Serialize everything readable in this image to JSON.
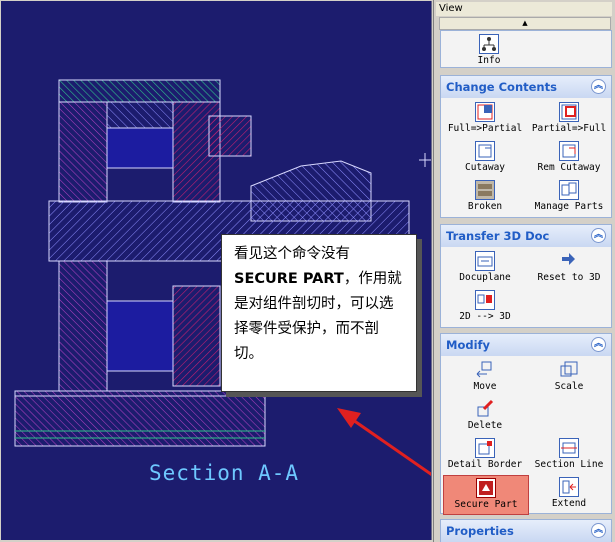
{
  "canvas": {
    "section_label": "Section A-A",
    "callout_line1": "看见这个命令没有",
    "callout_bold": "SECURE PART",
    "callout_rest": "，作用就是对组件剖切时，可以选择零件受保护，而不剖切。"
  },
  "panel": {
    "view_label": "View",
    "scroll_up_glyph": "▲",
    "info": {
      "label": "Info",
      "icon": "tree-icon"
    },
    "change_contents": {
      "title": "Change Contents",
      "collapse_glyph": "︽",
      "tools": [
        {
          "label": "Full=>Partial",
          "icon": "full-to-partial-icon"
        },
        {
          "label": "Partial=>Full",
          "icon": "partial-to-full-icon"
        },
        {
          "label": "Cutaway",
          "icon": "cutaway-icon"
        },
        {
          "label": "Rem Cutaway",
          "icon": "remove-cutaway-icon"
        },
        {
          "label": "Broken",
          "icon": "broken-icon"
        },
        {
          "label": "Manage Parts",
          "icon": "manage-parts-icon"
        }
      ]
    },
    "transfer": {
      "title": "Transfer 3D Doc",
      "collapse_glyph": "︽",
      "tools": [
        {
          "label": "Docuplane",
          "icon": "docuplane-icon"
        },
        {
          "label": "Reset to 3D",
          "icon": "reset-to-3d-icon"
        },
        {
          "label": "2D --> 3D",
          "icon": "2d-to-3d-icon"
        }
      ]
    },
    "modify": {
      "title": "Modify",
      "collapse_glyph": "︽",
      "tools": [
        {
          "label": "Move",
          "icon": "move-icon"
        },
        {
          "label": "Scale",
          "icon": "scale-icon"
        },
        {
          "label": "Delete",
          "icon": "delete-icon"
        },
        {
          "label": "Detail Border",
          "icon": "detail-border-icon"
        },
        {
          "label": "Section Line",
          "icon": "section-line-icon"
        },
        {
          "label": "Secure Part",
          "icon": "secure-part-icon"
        },
        {
          "label": "Extend",
          "icon": "extend-icon"
        }
      ]
    },
    "properties": {
      "title": "Properties",
      "collapse_glyph": "︽"
    }
  },
  "colors": {
    "canvas_bg": "#1c1c6e",
    "hatch": "#9a9aff",
    "accent_green": "#2fc28a",
    "accent_magenta": "#c02070",
    "arrow": "#e02020",
    "highlight": "#f08878"
  }
}
